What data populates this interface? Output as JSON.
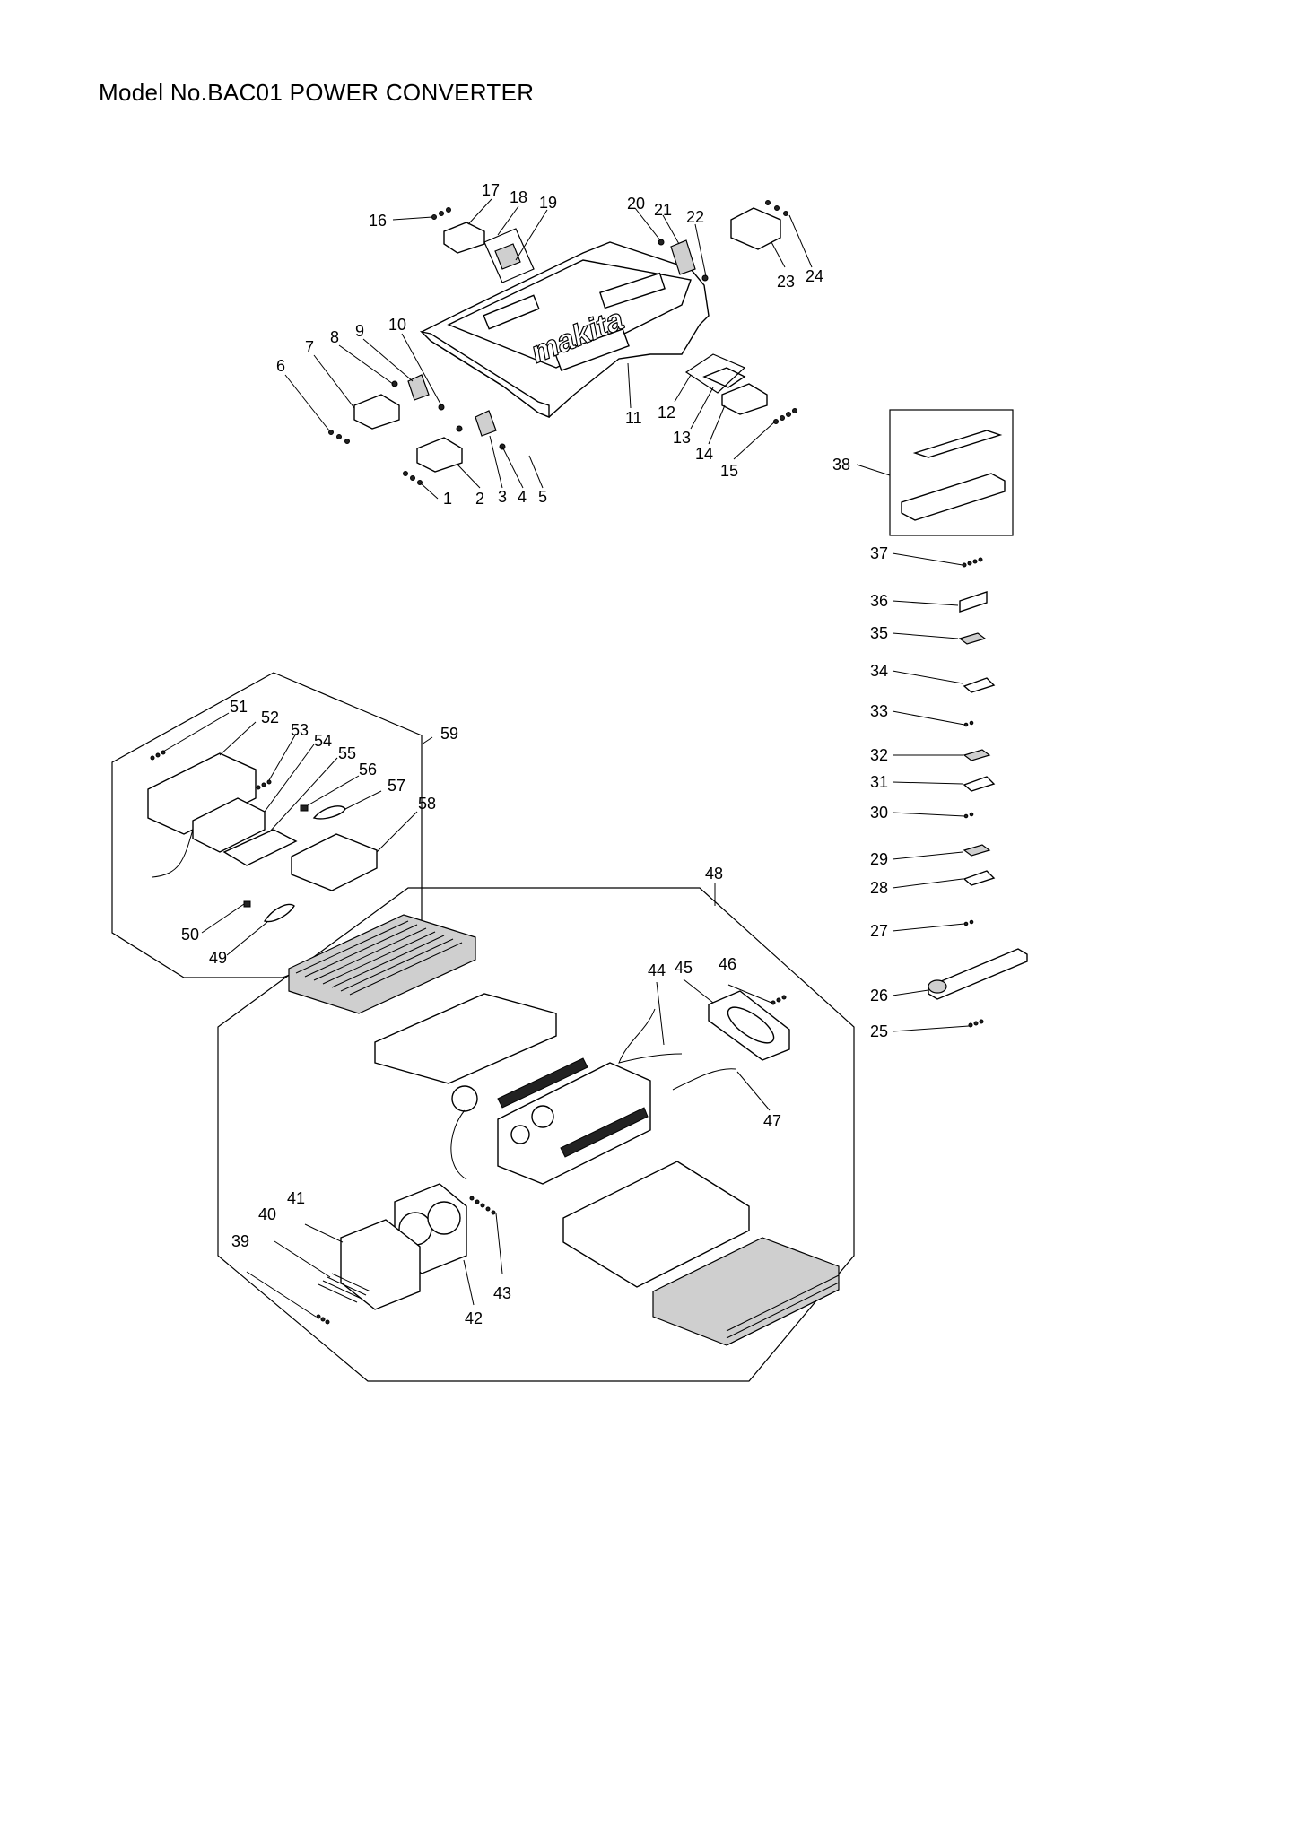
{
  "title": "Model No.BAC01 POWER CONVERTER",
  "brand_mark": "makita",
  "callouts": [
    {
      "id": "1",
      "text": "1"
    },
    {
      "id": "2",
      "text": "2"
    },
    {
      "id": "3",
      "text": "3"
    },
    {
      "id": "4",
      "text": "4"
    },
    {
      "id": "5",
      "text": "5"
    },
    {
      "id": "6",
      "text": "6"
    },
    {
      "id": "7",
      "text": "7"
    },
    {
      "id": "8",
      "text": "8"
    },
    {
      "id": "9",
      "text": "9"
    },
    {
      "id": "10",
      "text": "10"
    },
    {
      "id": "11",
      "text": "11"
    },
    {
      "id": "12",
      "text": "12"
    },
    {
      "id": "13",
      "text": "13"
    },
    {
      "id": "14",
      "text": "14"
    },
    {
      "id": "15",
      "text": "15"
    },
    {
      "id": "16",
      "text": "16"
    },
    {
      "id": "17",
      "text": "17"
    },
    {
      "id": "18",
      "text": "18"
    },
    {
      "id": "19",
      "text": "19"
    },
    {
      "id": "20",
      "text": "20"
    },
    {
      "id": "21",
      "text": "21"
    },
    {
      "id": "22",
      "text": "22"
    },
    {
      "id": "23",
      "text": "23"
    },
    {
      "id": "24",
      "text": "24"
    },
    {
      "id": "25",
      "text": "25"
    },
    {
      "id": "26",
      "text": "26"
    },
    {
      "id": "27",
      "text": "27"
    },
    {
      "id": "28",
      "text": "28"
    },
    {
      "id": "29",
      "text": "29"
    },
    {
      "id": "30",
      "text": "30"
    },
    {
      "id": "31",
      "text": "31"
    },
    {
      "id": "32",
      "text": "32"
    },
    {
      "id": "33",
      "text": "33"
    },
    {
      "id": "34",
      "text": "34"
    },
    {
      "id": "35",
      "text": "35"
    },
    {
      "id": "36",
      "text": "36"
    },
    {
      "id": "37",
      "text": "37"
    },
    {
      "id": "38",
      "text": "38"
    },
    {
      "id": "39",
      "text": "39"
    },
    {
      "id": "40",
      "text": "40"
    },
    {
      "id": "41",
      "text": "41"
    },
    {
      "id": "42",
      "text": "42"
    },
    {
      "id": "43",
      "text": "43"
    },
    {
      "id": "44",
      "text": "44"
    },
    {
      "id": "45",
      "text": "45"
    },
    {
      "id": "46",
      "text": "46"
    },
    {
      "id": "47",
      "text": "47"
    },
    {
      "id": "48",
      "text": "48"
    },
    {
      "id": "49",
      "text": "49"
    },
    {
      "id": "50",
      "text": "50"
    },
    {
      "id": "51",
      "text": "51"
    },
    {
      "id": "52",
      "text": "52"
    },
    {
      "id": "53",
      "text": "53"
    },
    {
      "id": "54",
      "text": "54"
    },
    {
      "id": "55",
      "text": "55"
    },
    {
      "id": "56",
      "text": "56"
    },
    {
      "id": "57",
      "text": "57"
    },
    {
      "id": "58",
      "text": "58"
    },
    {
      "id": "59",
      "text": "59"
    }
  ]
}
